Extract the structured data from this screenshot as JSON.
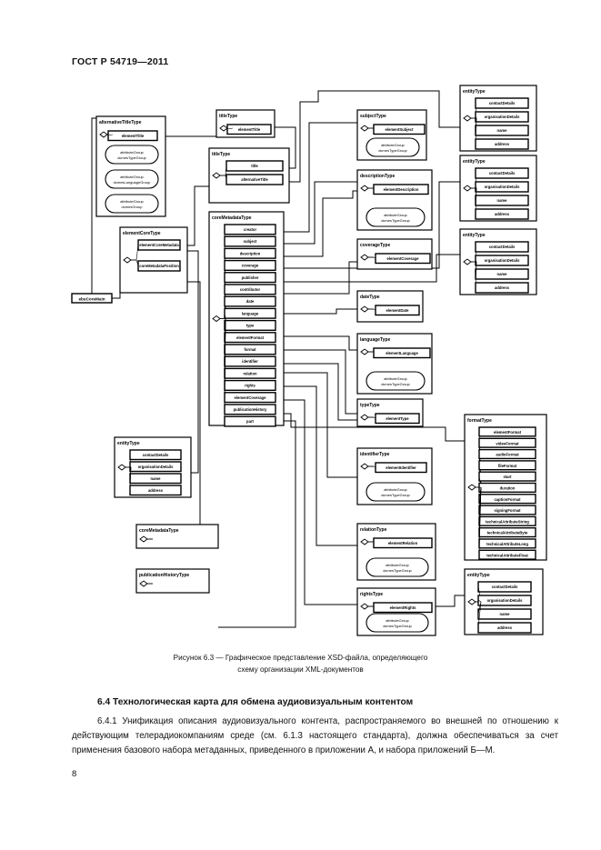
{
  "header": {
    "standard": "ГОСТ Р 54719—2011"
  },
  "figure": {
    "boxes": [
      {
        "title": "alternativeTitleType",
        "items": [
          "elementTitle"
        ],
        "groups": [
          "attributeGroup dcmesTypeGroup",
          "attributeGroup dcmesLanguageGroup",
          "attributeGroup dcmesGroup"
        ]
      },
      {
        "title": "titleType",
        "items": [
          "elementTitle"
        ],
        "groups": []
      },
      {
        "title": "titleType",
        "items": [
          "title",
          "alternativeTitle"
        ],
        "groups": []
      },
      {
        "title": "subjectType",
        "items": [
          "elementSubject"
        ],
        "groups": [
          "attributeGroup dcmesTypeGroup"
        ]
      },
      {
        "title": "descriptionType",
        "items": [
          "elementDescription"
        ],
        "groups": [
          "attributeGroup dcmesTypeGroup"
        ]
      },
      {
        "title": "coverageType",
        "items": [
          "elementCoverage"
        ],
        "groups": []
      },
      {
        "title": "dateType",
        "items": [
          "elementDate"
        ],
        "groups": []
      },
      {
        "title": "languageType",
        "items": [
          "elementLanguage"
        ],
        "groups": [
          "attributeGroup dcmesTypeGroup"
        ]
      },
      {
        "title": "typeType",
        "items": [
          "elementType"
        ],
        "groups": []
      },
      {
        "title": "identifierType",
        "items": [
          "elementIdentifier"
        ],
        "groups": [
          "attributeGroup dcmesTypeGroup"
        ]
      },
      {
        "title": "relationType",
        "items": [
          "elementRelation"
        ],
        "groups": [
          "attributeGroup dcmesTypeGroup"
        ]
      },
      {
        "title": "rightsType",
        "items": [
          "elementRights"
        ],
        "groups": [
          "attributeGroup dcmesTypeGroup"
        ]
      },
      {
        "title": "coreMetadataType",
        "items": [
          "creator",
          "subject",
          "description",
          "coverage",
          "publisher",
          "contributor",
          "date",
          "language",
          "type",
          "elementFormat",
          "format",
          "identifier",
          "relation",
          "rights",
          "elementCoverage",
          "publicationHistory",
          "part"
        ],
        "groups": []
      },
      {
        "title": "elementCoreType",
        "items": [
          "elementCoreMetadata",
          "coreMetadataPosition"
        ],
        "groups": []
      },
      {
        "title": "entityType",
        "items": [
          "contactDetails",
          "organisationDetails",
          "name",
          "address"
        ],
        "groups": []
      },
      {
        "title": "entityType",
        "items": [
          "contactDetails",
          "organisationDetails",
          "name",
          "address"
        ],
        "groups": []
      },
      {
        "title": "entityType",
        "items": [
          "contactDetails",
          "organisationDetails",
          "name",
          "address"
        ],
        "groups": []
      },
      {
        "title": "entityType",
        "items": [
          "contactDetails",
          "organisationDetails",
          "name",
          "address"
        ],
        "groups": []
      },
      {
        "title": "entityType",
        "items": [
          "contactDetails",
          "organisationDetails",
          "name",
          "address"
        ],
        "groups": []
      },
      {
        "title": "formatType",
        "items": [
          "elementFormat",
          "videoFormat",
          "audioFormat",
          "fileFormat",
          "start",
          "duration",
          "captionFormat",
          "signingFormat",
          "technicalAttributeString",
          "technicalAttributeByte",
          "technicalAttributeLong",
          "technicalAttributeFloat"
        ],
        "groups": []
      },
      {
        "title": "coreMetadataType",
        "items": [],
        "groups": []
      },
      {
        "title": "publicationHistoryType",
        "items": [],
        "groups": []
      }
    ],
    "root_element": "ebuCoreMain",
    "caption_line1": "Рисунок 6.3 — Графическое представление XSD-файла, определяющего",
    "caption_line2": "схему организации XML-документов"
  },
  "section": {
    "heading": "6.4 Технологическая карта для обмена аудиовизуальным контентом",
    "paragraph": "6.4.1 Унификация описания аудиовизуального контента, распространяемого во внешней по отношению к действующим телерадиокомпаниям среде (см. 6.1.3 настоящего стандарта), должна обеспечиваться за счет применения базового набора метаданных, приведенного в приложении А, и набора приложений Б—М."
  },
  "footer": {
    "page_number": "8"
  }
}
